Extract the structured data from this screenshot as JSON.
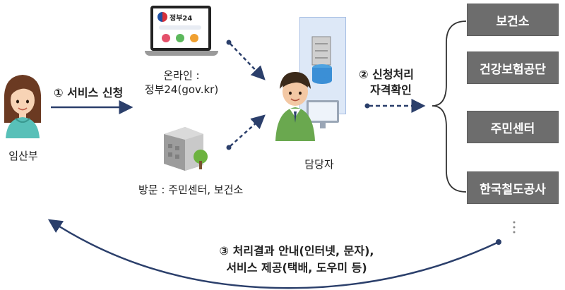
{
  "pregnant_woman": {
    "label": "임산부"
  },
  "step1": {
    "label": "① 서비스 신청"
  },
  "online": {
    "line1": "온라인 :",
    "line2": "정부24(gov.kr)",
    "screen_title": "정부24"
  },
  "visit": {
    "label": "방문 : 주민센터, 보건소"
  },
  "officer": {
    "label": "담당자"
  },
  "step2": {
    "line1": "② 신청처리",
    "line2": "자격확인"
  },
  "agencies": [
    {
      "label": "보건소"
    },
    {
      "label": "건강보험공단"
    },
    {
      "label": "주민센터"
    },
    {
      "label": "한국철도공사"
    }
  ],
  "step3": {
    "line1": "③ 처리결과 안내(인터넷, 문자),",
    "line2": "서비스 제공(택배, 도우미 등)"
  },
  "colors": {
    "arrow": "#2b3f6b",
    "agency_box": "#6d6d6d",
    "panel": "#dde8f7"
  }
}
